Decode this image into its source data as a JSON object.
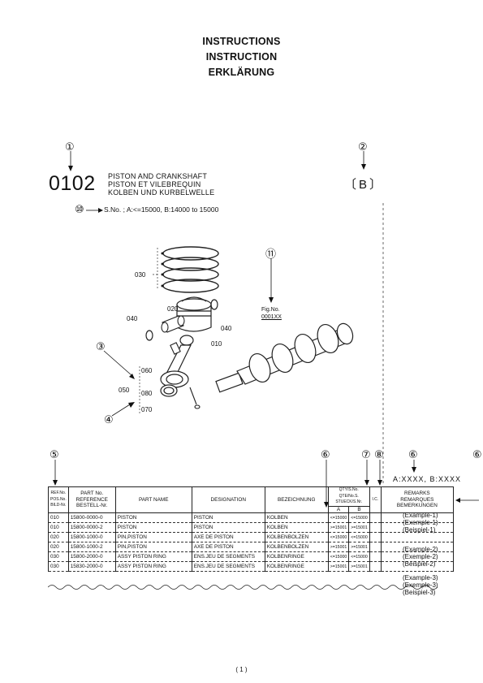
{
  "header": {
    "line1": "INSTRUCTIONS",
    "line2": "INSTRUCTION",
    "line3": "ERKLÄRUNG"
  },
  "markers": {
    "m1": "①",
    "m2": "②",
    "m3": "③",
    "m4": "④",
    "m5": "⑤",
    "m6": "⑥",
    "m7": "⑦",
    "m8": "⑧",
    "m10": "⑩",
    "m11": "⑪"
  },
  "section": {
    "code": "0102",
    "title_en": "PISTON AND CRANKSHAFT",
    "title_fr": "PISTON ET VILEBREQUIN",
    "title_de": "KOLBEN UND KURBELWELLE",
    "model_code": "〔B〕",
    "serial_note": "S.No. ; A:<=15000, B:14000 to 15000"
  },
  "diagram": {
    "callout_030": "030",
    "callout_020": "020",
    "callout_040a": "040",
    "callout_040b": "040",
    "callout_010": "010",
    "callout_060": "060",
    "callout_050": "050",
    "callout_080": "080",
    "callout_070": "070",
    "fig_label": "Fig.No.",
    "fig_number": "0001XX"
  },
  "model_codes_line": "A:XXXX,  B:XXXX",
  "table": {
    "headers": {
      "ref": "REF.No. POS.No. BILD-Nr.",
      "ref1": "REF.No.",
      "ref2": "POS.No.",
      "ref3": "BILD-Nr.",
      "partno1": "PART No.",
      "partno2": "REFERENCE",
      "partno3": "BESTELL-Nr.",
      "partname": "PART NAME",
      "designation": "DESIGNATION",
      "bezeichnung": "BEZEICHNUNG",
      "qty1": "QTY/S.No.",
      "qty2": "QTE/No.S.",
      "qty3": "STUECK/S.Nr.",
      "qty_a": "A",
      "qty_b": "B",
      "ic": "I.C.",
      "remarks1": "REMARKS",
      "remarks2": "REMARQUES",
      "remarks3": "BEMERKUNGEN"
    },
    "rows": [
      {
        "ref": "010",
        "part_no": "15800-0000-0",
        "name": "PISTON",
        "designation": "PISTON",
        "bez": "KOLBEN",
        "qa": "<=15000",
        "qb": "<=15000"
      },
      {
        "ref": "010",
        "part_no": "15800-0000-2",
        "name": "PISTON",
        "designation": "PISTON",
        "bez": "KOLBEN",
        "qa": ">=15001",
        "qb": ">=15001"
      },
      {
        "ref": "020",
        "part_no": "15800-1000-0",
        "name": "PIN,PISTON",
        "designation": "AXE DE PISTON",
        "bez": "KOLBENBOLZEN",
        "qa": "<=15000",
        "qb": "<=15000"
      },
      {
        "ref": "020",
        "part_no": "15800-1000-2",
        "name": "PIN,PISTON",
        "designation": "AXE DE PISTON",
        "bez": "KOLBENBOLZEN",
        "qa": ">=15001",
        "qb": ">=15001"
      },
      {
        "ref": "030",
        "part_no": "15800-2000-0",
        "name": "ASSY PISTON RING",
        "designation": "ENS.JEU DE SEGMENTS",
        "bez": "KOLBENRINGE",
        "qa": "<=15000",
        "qb": "<=15000"
      },
      {
        "ref": "030",
        "part_no": "15830-2000-0",
        "name": "ASSY PISTON RING",
        "designation": "ENS.JEU DE SEGMENTS",
        "bez": "KOLBENRINGE",
        "qa": ">=15001",
        "qb": ">=15001"
      }
    ]
  },
  "examples": {
    "e1": "(Example-1)",
    "e1b": "(Exemple-1)",
    "e1c": "(Beispiel-1)",
    "e2": "(Example-2)",
    "e2b": "(Exemple-2)",
    "e2c": "(Beispiel-2)",
    "e3": "(Example-3)",
    "e3b": "(Exemple-3)",
    "e3c": "(Beispiel-3)"
  },
  "footer": {
    "page": "( 1 )"
  }
}
